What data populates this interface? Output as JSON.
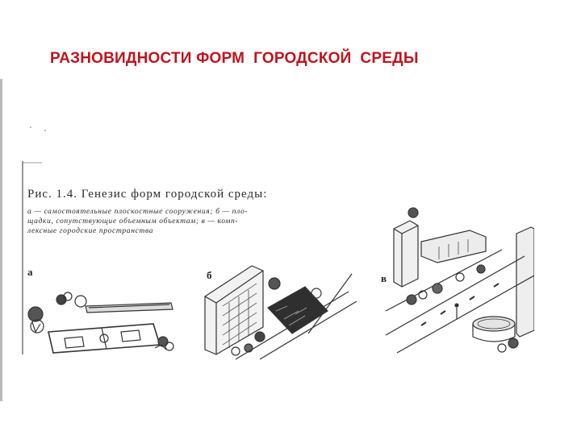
{
  "slide": {
    "title": "РАЗНОВИДНОСТИ ФОРМ  ГОРОДСКОЙ  СРЕДЫ"
  },
  "figure": {
    "caption_head": "Рис. 1.4. Генезис форм городской среды:",
    "caption_lines": [
      "а — самостоятельные плоскостные сооружения; б — пло-",
      "щадки, сопутствующие объемным объектам; в — комп-",
      "лексные городские пространства"
    ],
    "panel_labels": [
      "а",
      "б",
      "в"
    ]
  },
  "colors": {
    "title": "#c0141c",
    "ink": "#2a2a2a"
  }
}
